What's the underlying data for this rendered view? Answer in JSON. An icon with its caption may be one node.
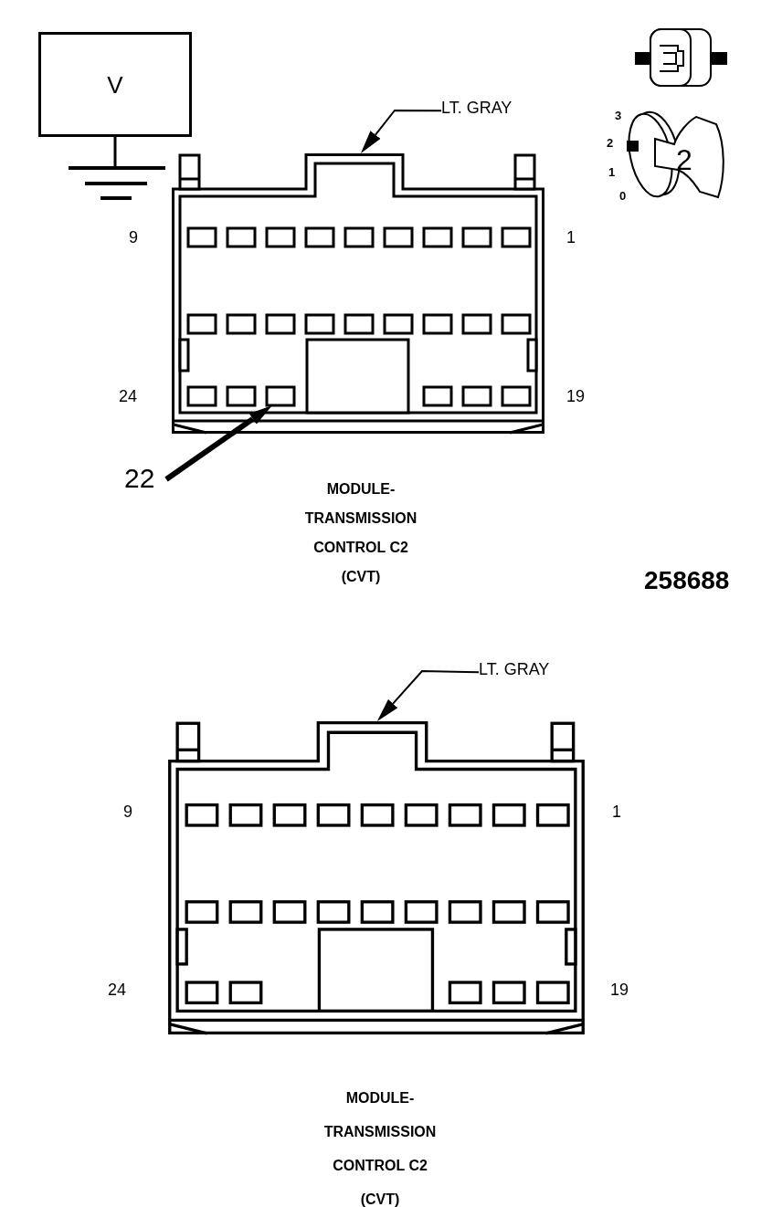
{
  "diagram": {
    "nodes": [
      {
        "text": [
          "V"
        ]
      },
      {
        "text": [
          "LT. GRAY"
        ]
      },
      {
        "text": [],
        "shape": "picture"
      },
      {
        "text": [
          "22"
        ]
      },
      {
        "text": [],
        "shape": "box",
        "in": 2
      },
      {
        "text": [
          "LT. GRAY"
        ]
      },
      {
        "text": [],
        "shape": "picture"
      }
    ],
    "edges": [
      {
        "from": 1,
        "to": 2,
        "arrow": "to"
      },
      {
        "from": 3,
        "to": 4,
        "arrow": "to",
        "style": "thick"
      },
      {
        "from": 5,
        "to": 6,
        "arrow": "to"
      }
    ],
    "labels": [
      "9",
      "1",
      "24",
      "19",
      "MODULE- TRANSMISSION CONTROL C2 (CVT)",
      "3",
      "2",
      "1",
      "0",
      "2",
      "258688",
      "9",
      "1",
      "24",
      "19",
      "MODULE- TRANSMISSION CONTROL C2 (CVT)"
    ]
  }
}
